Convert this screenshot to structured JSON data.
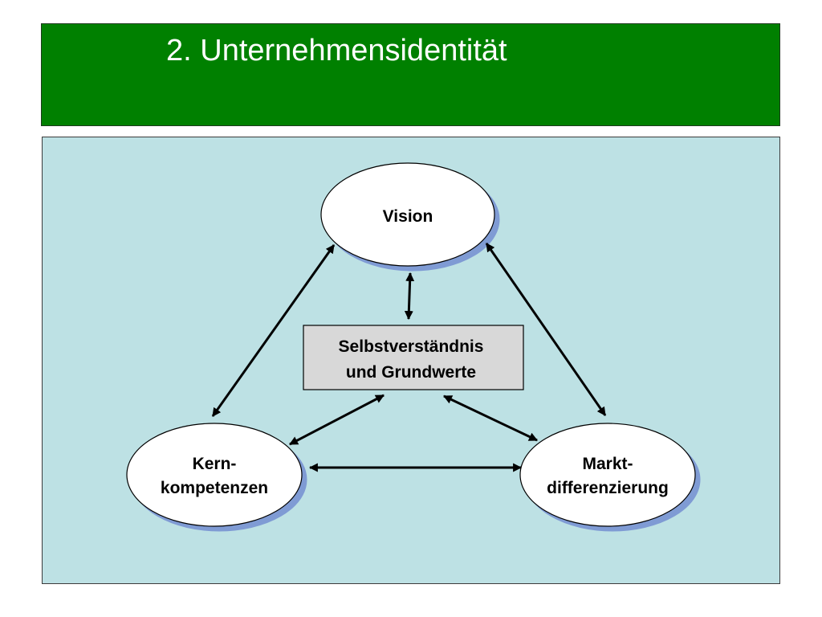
{
  "slide": {
    "title": "2. Unternehmensidentität"
  },
  "colors": {
    "title_bar": "#008000",
    "title_text": "#ffffff",
    "panel_background": "#bde1e4",
    "ellipse_fill": "#ffffff",
    "ellipse_shadow": "#7f9bd4",
    "center_box_fill": "#d8d8d8",
    "arrow": "#000000"
  },
  "diagram": {
    "nodes": {
      "vision": {
        "label": "Vision",
        "shape": "ellipse"
      },
      "center": {
        "line1": "Selbstverständnis",
        "line2": "und Grundwerte",
        "shape": "rectangle"
      },
      "core_competencies": {
        "line1": "Kern-",
        "line2": "kompetenzen",
        "shape": "ellipse"
      },
      "market_differentiation": {
        "line1": "Markt-",
        "line2": "differenzierung",
        "shape": "ellipse"
      }
    },
    "connections": [
      {
        "from": "vision",
        "to": "center",
        "type": "double-arrow"
      },
      {
        "from": "vision",
        "to": "core_competencies",
        "type": "double-arrow"
      },
      {
        "from": "vision",
        "to": "market_differentiation",
        "type": "double-arrow"
      },
      {
        "from": "center",
        "to": "core_competencies",
        "type": "double-arrow"
      },
      {
        "from": "center",
        "to": "market_differentiation",
        "type": "double-arrow"
      },
      {
        "from": "core_competencies",
        "to": "market_differentiation",
        "type": "double-arrow"
      }
    ]
  }
}
